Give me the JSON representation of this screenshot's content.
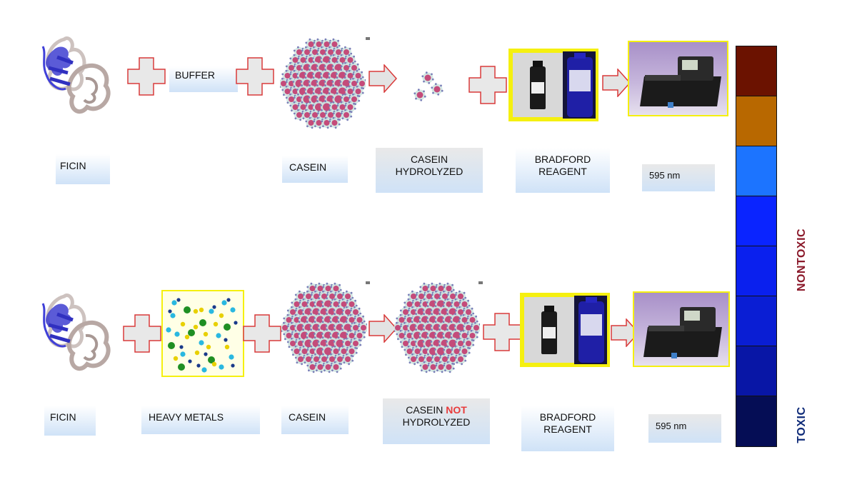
{
  "rows": {
    "top": {
      "enzyme": "FICIN",
      "additive": "BUFFER",
      "substrate": "CASEIN",
      "result_line1": "CASEIN",
      "result_line2": "HYDROLYZED",
      "reagent_line1": "BRADFORD",
      "reagent_line2": "REAGENT",
      "wavelength": "595 nm"
    },
    "bottom": {
      "enzyme": "FICIN",
      "additive": "HEAVY METALS",
      "substrate": "CASEIN",
      "result_pre": "CASEIN",
      "result_not": "NOT",
      "result_line2": "HYDROLYZED",
      "reagent_line1": "BRADFORD",
      "reagent_line2": "REAGENT",
      "wavelength": "595 nm"
    }
  },
  "scale": {
    "label_top": "NONTOXIC",
    "label_bottom": "TOXIC",
    "label_top_color": "#8b1a2b",
    "label_bottom_color": "#0e2a78",
    "colors": [
      "#6b1200",
      "#b86800",
      "#1c74ff",
      "#0a24ff",
      "#0a20ee",
      "#0a1ed4",
      "#0816a6",
      "#050d55"
    ]
  },
  "colors": {
    "plus_fill": "#e8e8e8",
    "plus_stroke": "#d93a3a",
    "arrow_fill": "#e3e3e3",
    "arrow_stroke": "#d93a3a",
    "protein_blue": "#3e3ed0",
    "protein_gray": "#b8a8a4",
    "casein_particle": "#c44b7a",
    "reagent_frame": "#f5f010",
    "metal_frame": "#f5f010"
  }
}
